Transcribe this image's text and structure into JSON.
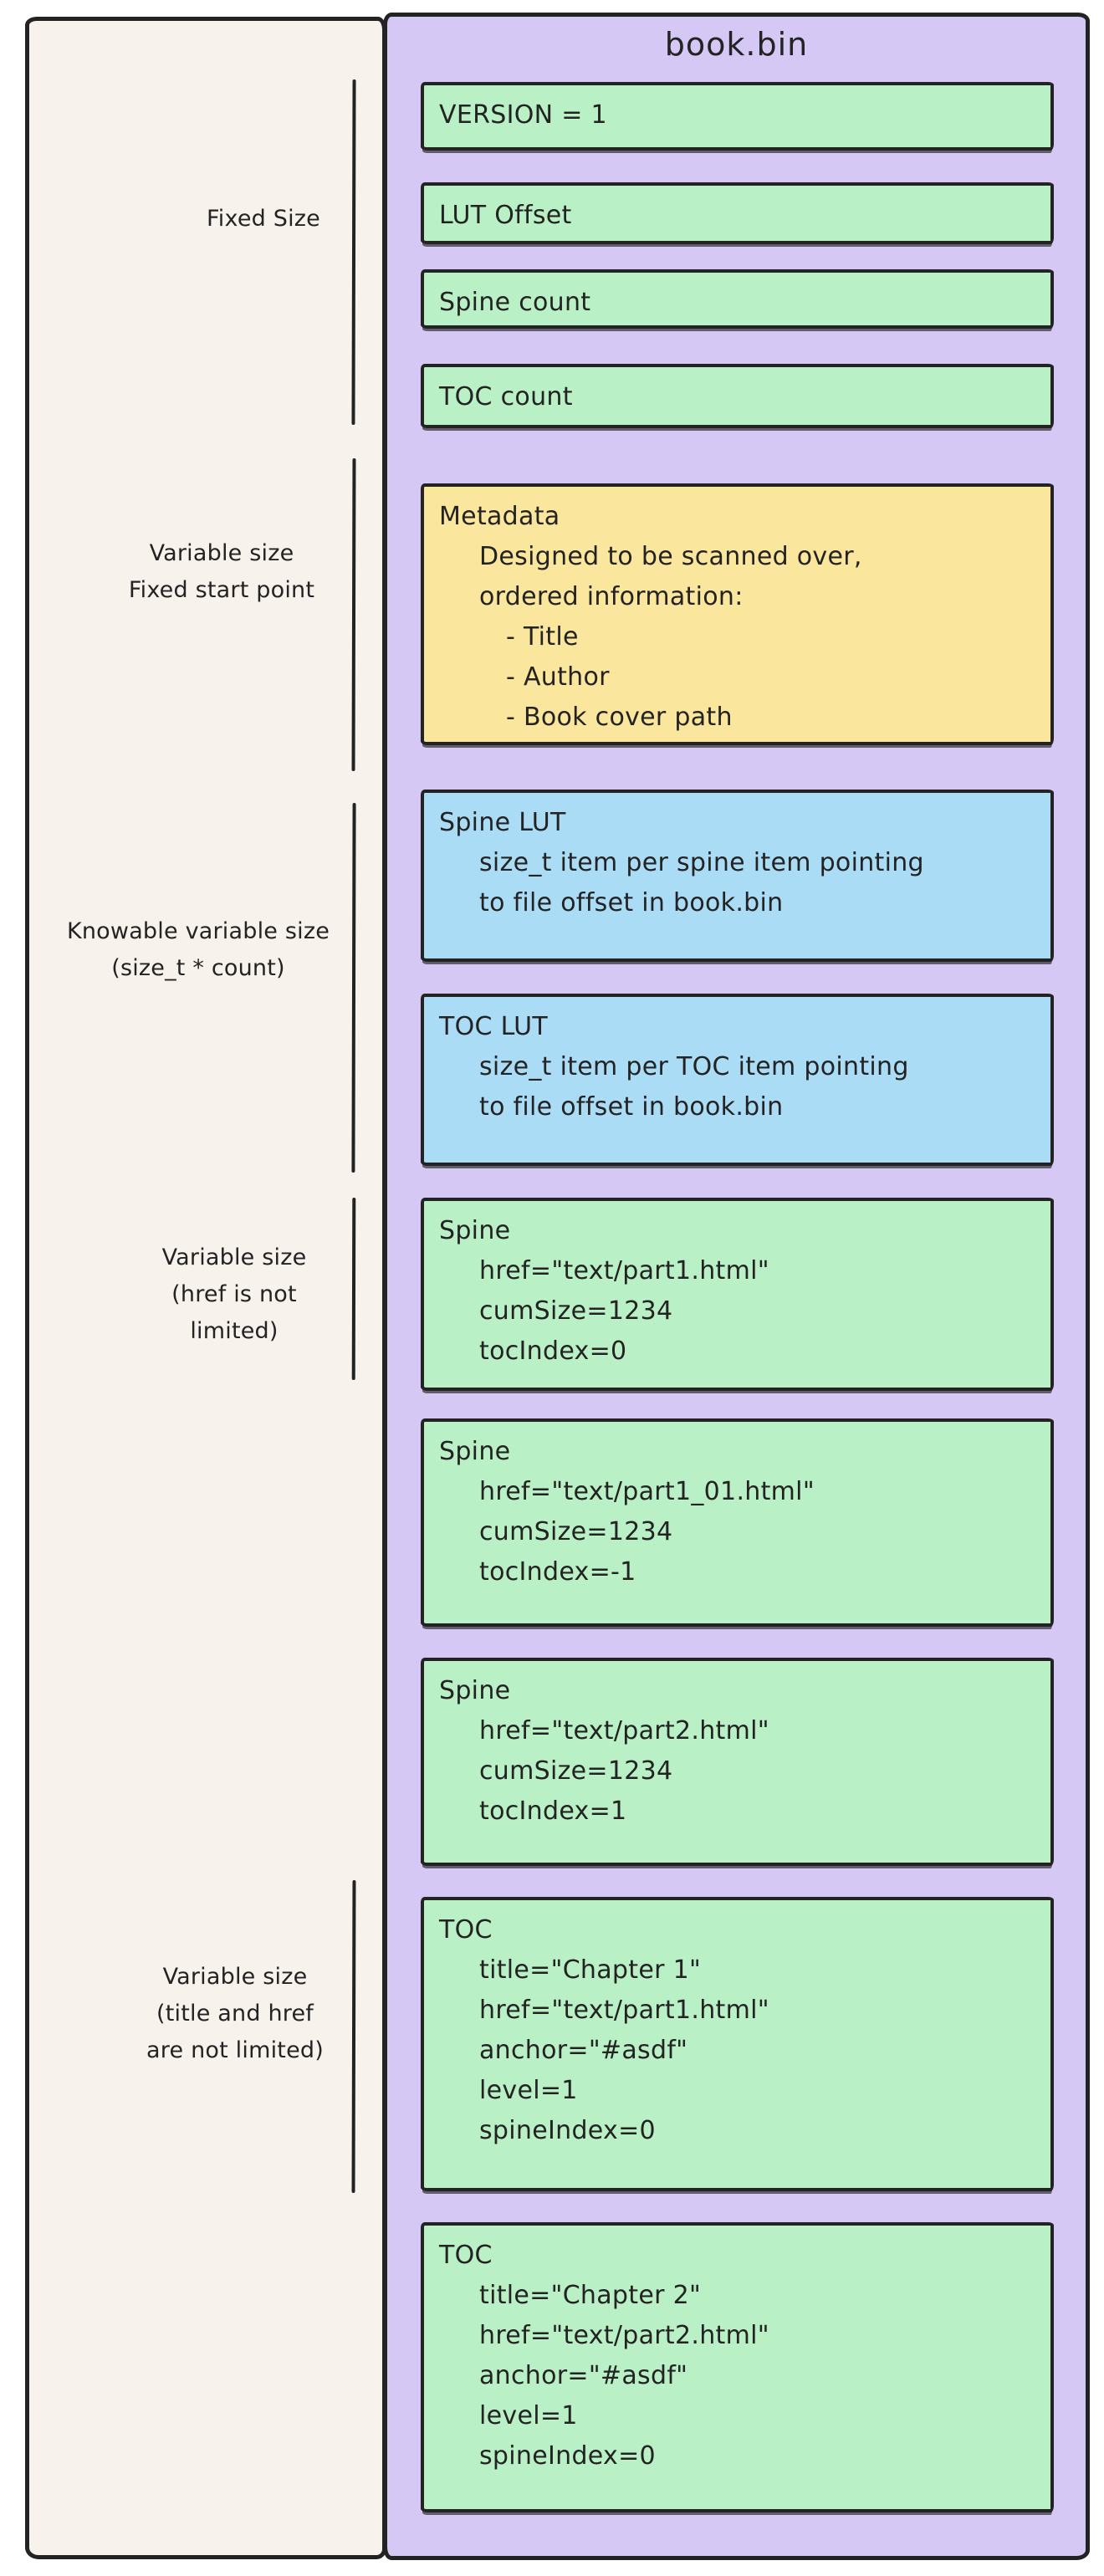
{
  "title": "book.bin",
  "colors": {
    "cream": "#f7f2ec",
    "purple": "#d5c8f4",
    "green": "#baf0c5",
    "blue": "#abdcf6",
    "yellow": "#fbe69d",
    "ink": "#232323"
  },
  "left_labels": [
    {
      "id": "fixed-size",
      "lines": [
        "Fixed Size"
      ]
    },
    {
      "id": "variable-size-fixed-start",
      "lines": [
        "Variable size",
        "Fixed start point"
      ]
    },
    {
      "id": "knowable-variable-size",
      "lines": [
        "Knowable variable size",
        "(size_t * count)"
      ]
    },
    {
      "id": "variable-size-href",
      "lines": [
        "Variable size",
        "(href is not",
        "limited)"
      ]
    },
    {
      "id": "variable-size-title-href",
      "lines": [
        "Variable size",
        "(title and href",
        "are not limited)"
      ]
    }
  ],
  "boxes": [
    {
      "id": "version",
      "color": "green",
      "lines": [
        {
          "t": "VERSION = 1",
          "i": 0
        }
      ]
    },
    {
      "id": "lut-offset",
      "color": "green",
      "lines": [
        {
          "t": "LUT Offset",
          "i": 0
        }
      ]
    },
    {
      "id": "spine-count",
      "color": "green",
      "lines": [
        {
          "t": "Spine count",
          "i": 0
        }
      ]
    },
    {
      "id": "toc-count",
      "color": "green",
      "lines": [
        {
          "t": "TOC count",
          "i": 0
        }
      ]
    },
    {
      "id": "metadata",
      "color": "yellow",
      "lines": [
        {
          "t": "Metadata",
          "i": 0
        },
        {
          "t": "Designed to be scanned over,",
          "i": 1
        },
        {
          "t": "ordered information:",
          "i": 1
        },
        {
          "t": "- Title",
          "i": 2
        },
        {
          "t": "- Author",
          "i": 2
        },
        {
          "t": "- Book cover path",
          "i": 2
        }
      ]
    },
    {
      "id": "spine-lut",
      "color": "blue",
      "lines": [
        {
          "t": "Spine LUT",
          "i": 0
        },
        {
          "t": "size_t item per spine item pointing",
          "i": 1
        },
        {
          "t": "to file offset in book.bin",
          "i": 1
        }
      ]
    },
    {
      "id": "toc-lut",
      "color": "blue",
      "lines": [
        {
          "t": "TOC LUT",
          "i": 0
        },
        {
          "t": "size_t item per TOC item pointing",
          "i": 1
        },
        {
          "t": "to file offset in book.bin",
          "i": 1
        }
      ]
    },
    {
      "id": "spine-1",
      "color": "green",
      "lines": [
        {
          "t": "Spine",
          "i": 0
        },
        {
          "t": "href=\"text/part1.html\"",
          "i": 1
        },
        {
          "t": "cumSize=1234",
          "i": 1
        },
        {
          "t": "tocIndex=0",
          "i": 1
        }
      ]
    },
    {
      "id": "spine-2",
      "color": "green",
      "lines": [
        {
          "t": "Spine",
          "i": 0
        },
        {
          "t": "href=\"text/part1_01.html\"",
          "i": 1
        },
        {
          "t": "cumSize=1234",
          "i": 1
        },
        {
          "t": "tocIndex=-1",
          "i": 1
        }
      ]
    },
    {
      "id": "spine-3",
      "color": "green",
      "lines": [
        {
          "t": "Spine",
          "i": 0
        },
        {
          "t": "href=\"text/part2.html\"",
          "i": 1
        },
        {
          "t": "cumSize=1234",
          "i": 1
        },
        {
          "t": "tocIndex=1",
          "i": 1
        }
      ]
    },
    {
      "id": "toc-1",
      "color": "green",
      "lines": [
        {
          "t": "TOC",
          "i": 0
        },
        {
          "t": "title=\"Chapter 1\"",
          "i": 1
        },
        {
          "t": "href=\"text/part1.html\"",
          "i": 1
        },
        {
          "t": "anchor=\"#asdf\"",
          "i": 1
        },
        {
          "t": "level=1",
          "i": 1
        },
        {
          "t": "spineIndex=0",
          "i": 1
        }
      ]
    },
    {
      "id": "toc-2",
      "color": "green",
      "lines": [
        {
          "t": "TOC",
          "i": 0
        },
        {
          "t": "title=\"Chapter 2\"",
          "i": 1
        },
        {
          "t": "href=\"text/part2.html\"",
          "i": 1
        },
        {
          "t": "anchor=\"#asdf\"",
          "i": 1
        },
        {
          "t": "level=1",
          "i": 1
        },
        {
          "t": "spineIndex=0",
          "i": 1
        }
      ]
    }
  ]
}
